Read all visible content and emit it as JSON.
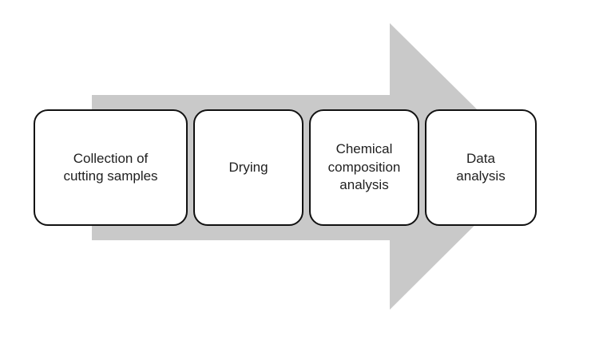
{
  "diagram": {
    "type": "process-flow",
    "direction": "left-to-right",
    "steps": [
      {
        "id": "collection",
        "label": "Collection of\ncutting samples"
      },
      {
        "id": "drying",
        "label": "Drying"
      },
      {
        "id": "chemical-analysis",
        "label": "Chemical\ncomposition\nanalysis"
      },
      {
        "id": "data-analysis",
        "label": "Data\nanalysis"
      }
    ]
  },
  "colors": {
    "arrow": "#c9c9c9",
    "box_fill": "#ffffff",
    "box_border": "#111111",
    "text": "#1f1f1f",
    "background": "#ffffff"
  }
}
